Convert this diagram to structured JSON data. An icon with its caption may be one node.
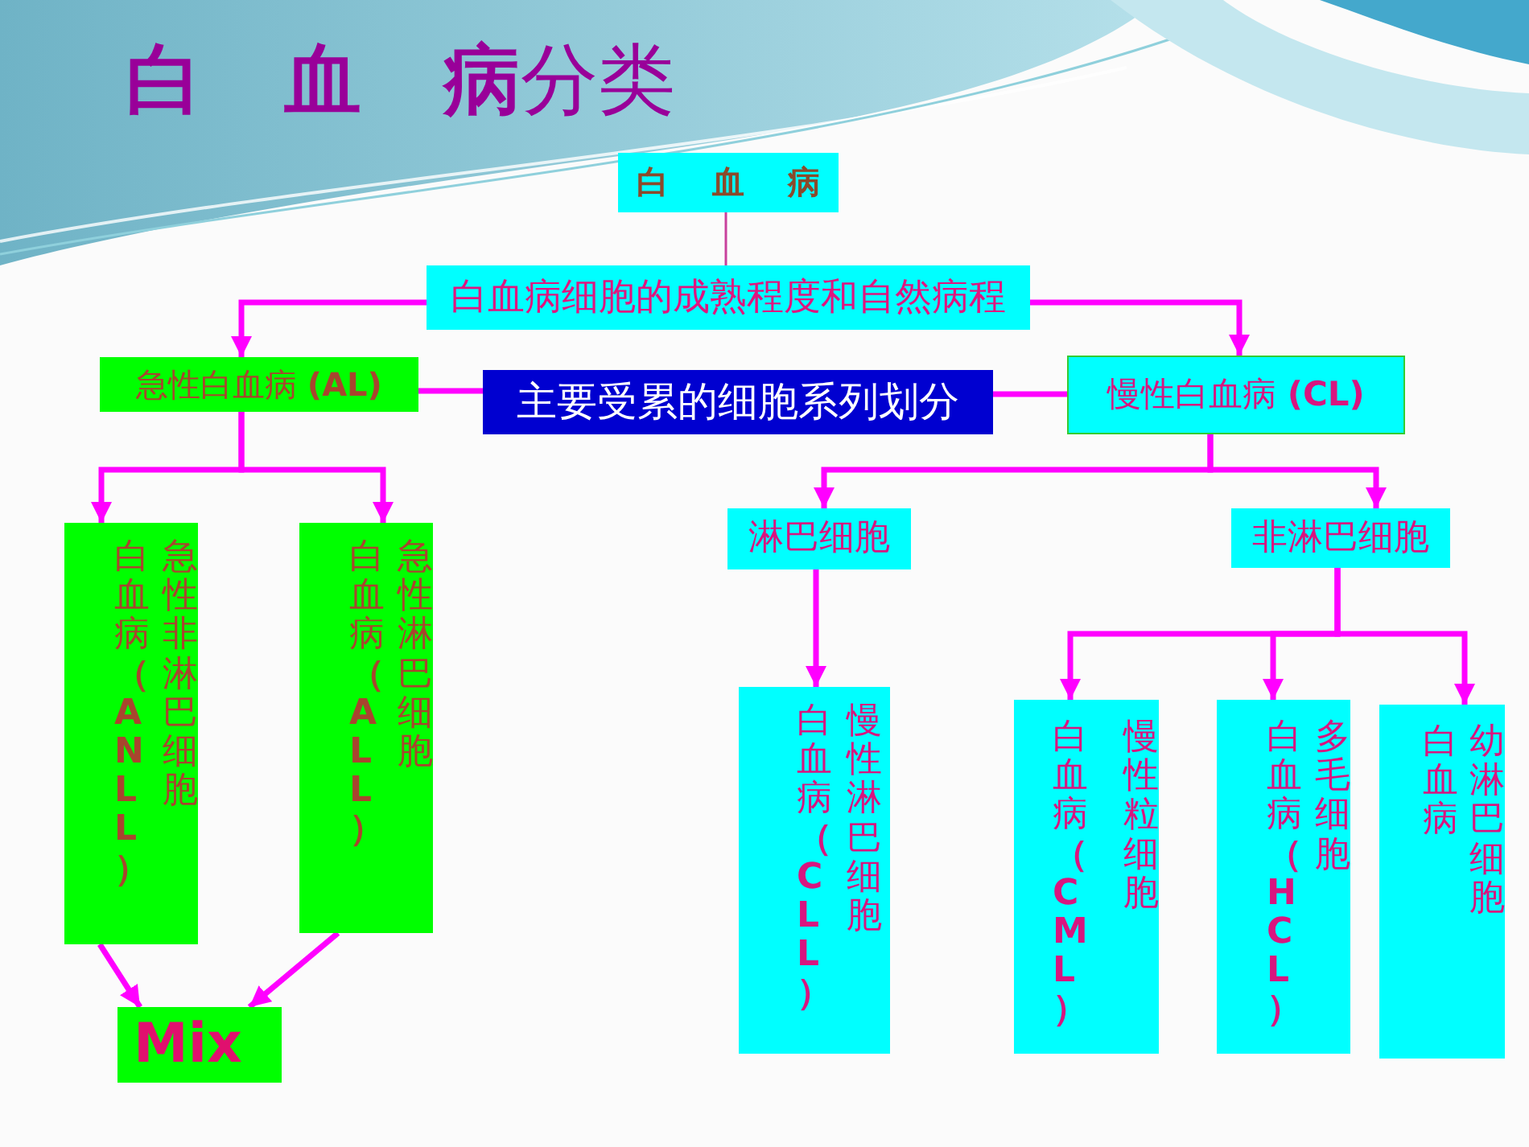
{
  "diagram": {
    "title": "**白 血 病**分类",
    "nodes": [
      {
        "text": [
          "白 血 病"
        ]
      },
      {
        "text": [
          "白血病细胞的成熟程度和自然病程"
        ]
      },
      {
        "text": [
          "急性白血病 **(AL)**"
        ]
      },
      {
        "text": [
          "主要受累的细胞系列划分"
        ]
      },
      {
        "text": [
          "慢性白血病 **(CL)**"
        ]
      },
      {
        "text": [
          "急性非淋巴细胞白血病**（ANLL）**"
        ]
      },
      {
        "text": [
          "急性淋巴细胞白血病**（ALL）**"
        ]
      },
      {
        "text": [
          "淋巴细胞"
        ]
      },
      {
        "text": [
          "非淋巴细胞"
        ]
      },
      {
        "text": [
          "慢性淋巴细胞白血病**（CLL）**"
        ]
      },
      {
        "text": [
          "慢性粒细胞白血病**（CML）**"
        ]
      },
      {
        "text": [
          "多毛细胞白血病**（HCL）**"
        ]
      },
      {
        "text": [
          "幼淋巴细胞白血病"
        ]
      },
      {
        "text": [
          "Mix"
        ]
      }
    ],
    "edges": [
      {
        "from": 0,
        "to": 1,
        "arrow": "none",
        "color": "#c8409c"
      },
      {
        "from": 1,
        "to": 2,
        "arrow": "to"
      },
      {
        "from": 1,
        "to": 4,
        "arrow": "to"
      },
      {
        "from": 2,
        "to": 3,
        "arrow": "none"
      },
      {
        "from": 3,
        "to": 4,
        "arrow": "none"
      },
      {
        "from": 2,
        "to": 5,
        "arrow": "to"
      },
      {
        "from": 2,
        "to": 6,
        "arrow": "to"
      },
      {
        "from": 4,
        "to": 7,
        "arrow": "to"
      },
      {
        "from": 4,
        "to": 8,
        "arrow": "to"
      },
      {
        "from": 7,
        "to": 9,
        "arrow": "to"
      },
      {
        "from": 8,
        "to": 10,
        "arrow": "to"
      },
      {
        "from": 8,
        "to": 11,
        "arrow": "to"
      },
      {
        "from": 8,
        "to": 12,
        "arrow": "to"
      },
      {
        "from": 5,
        "to": 13,
        "arrow": "to"
      },
      {
        "from": 6,
        "to": 13,
        "arrow": "to"
      }
    ]
  }
}
